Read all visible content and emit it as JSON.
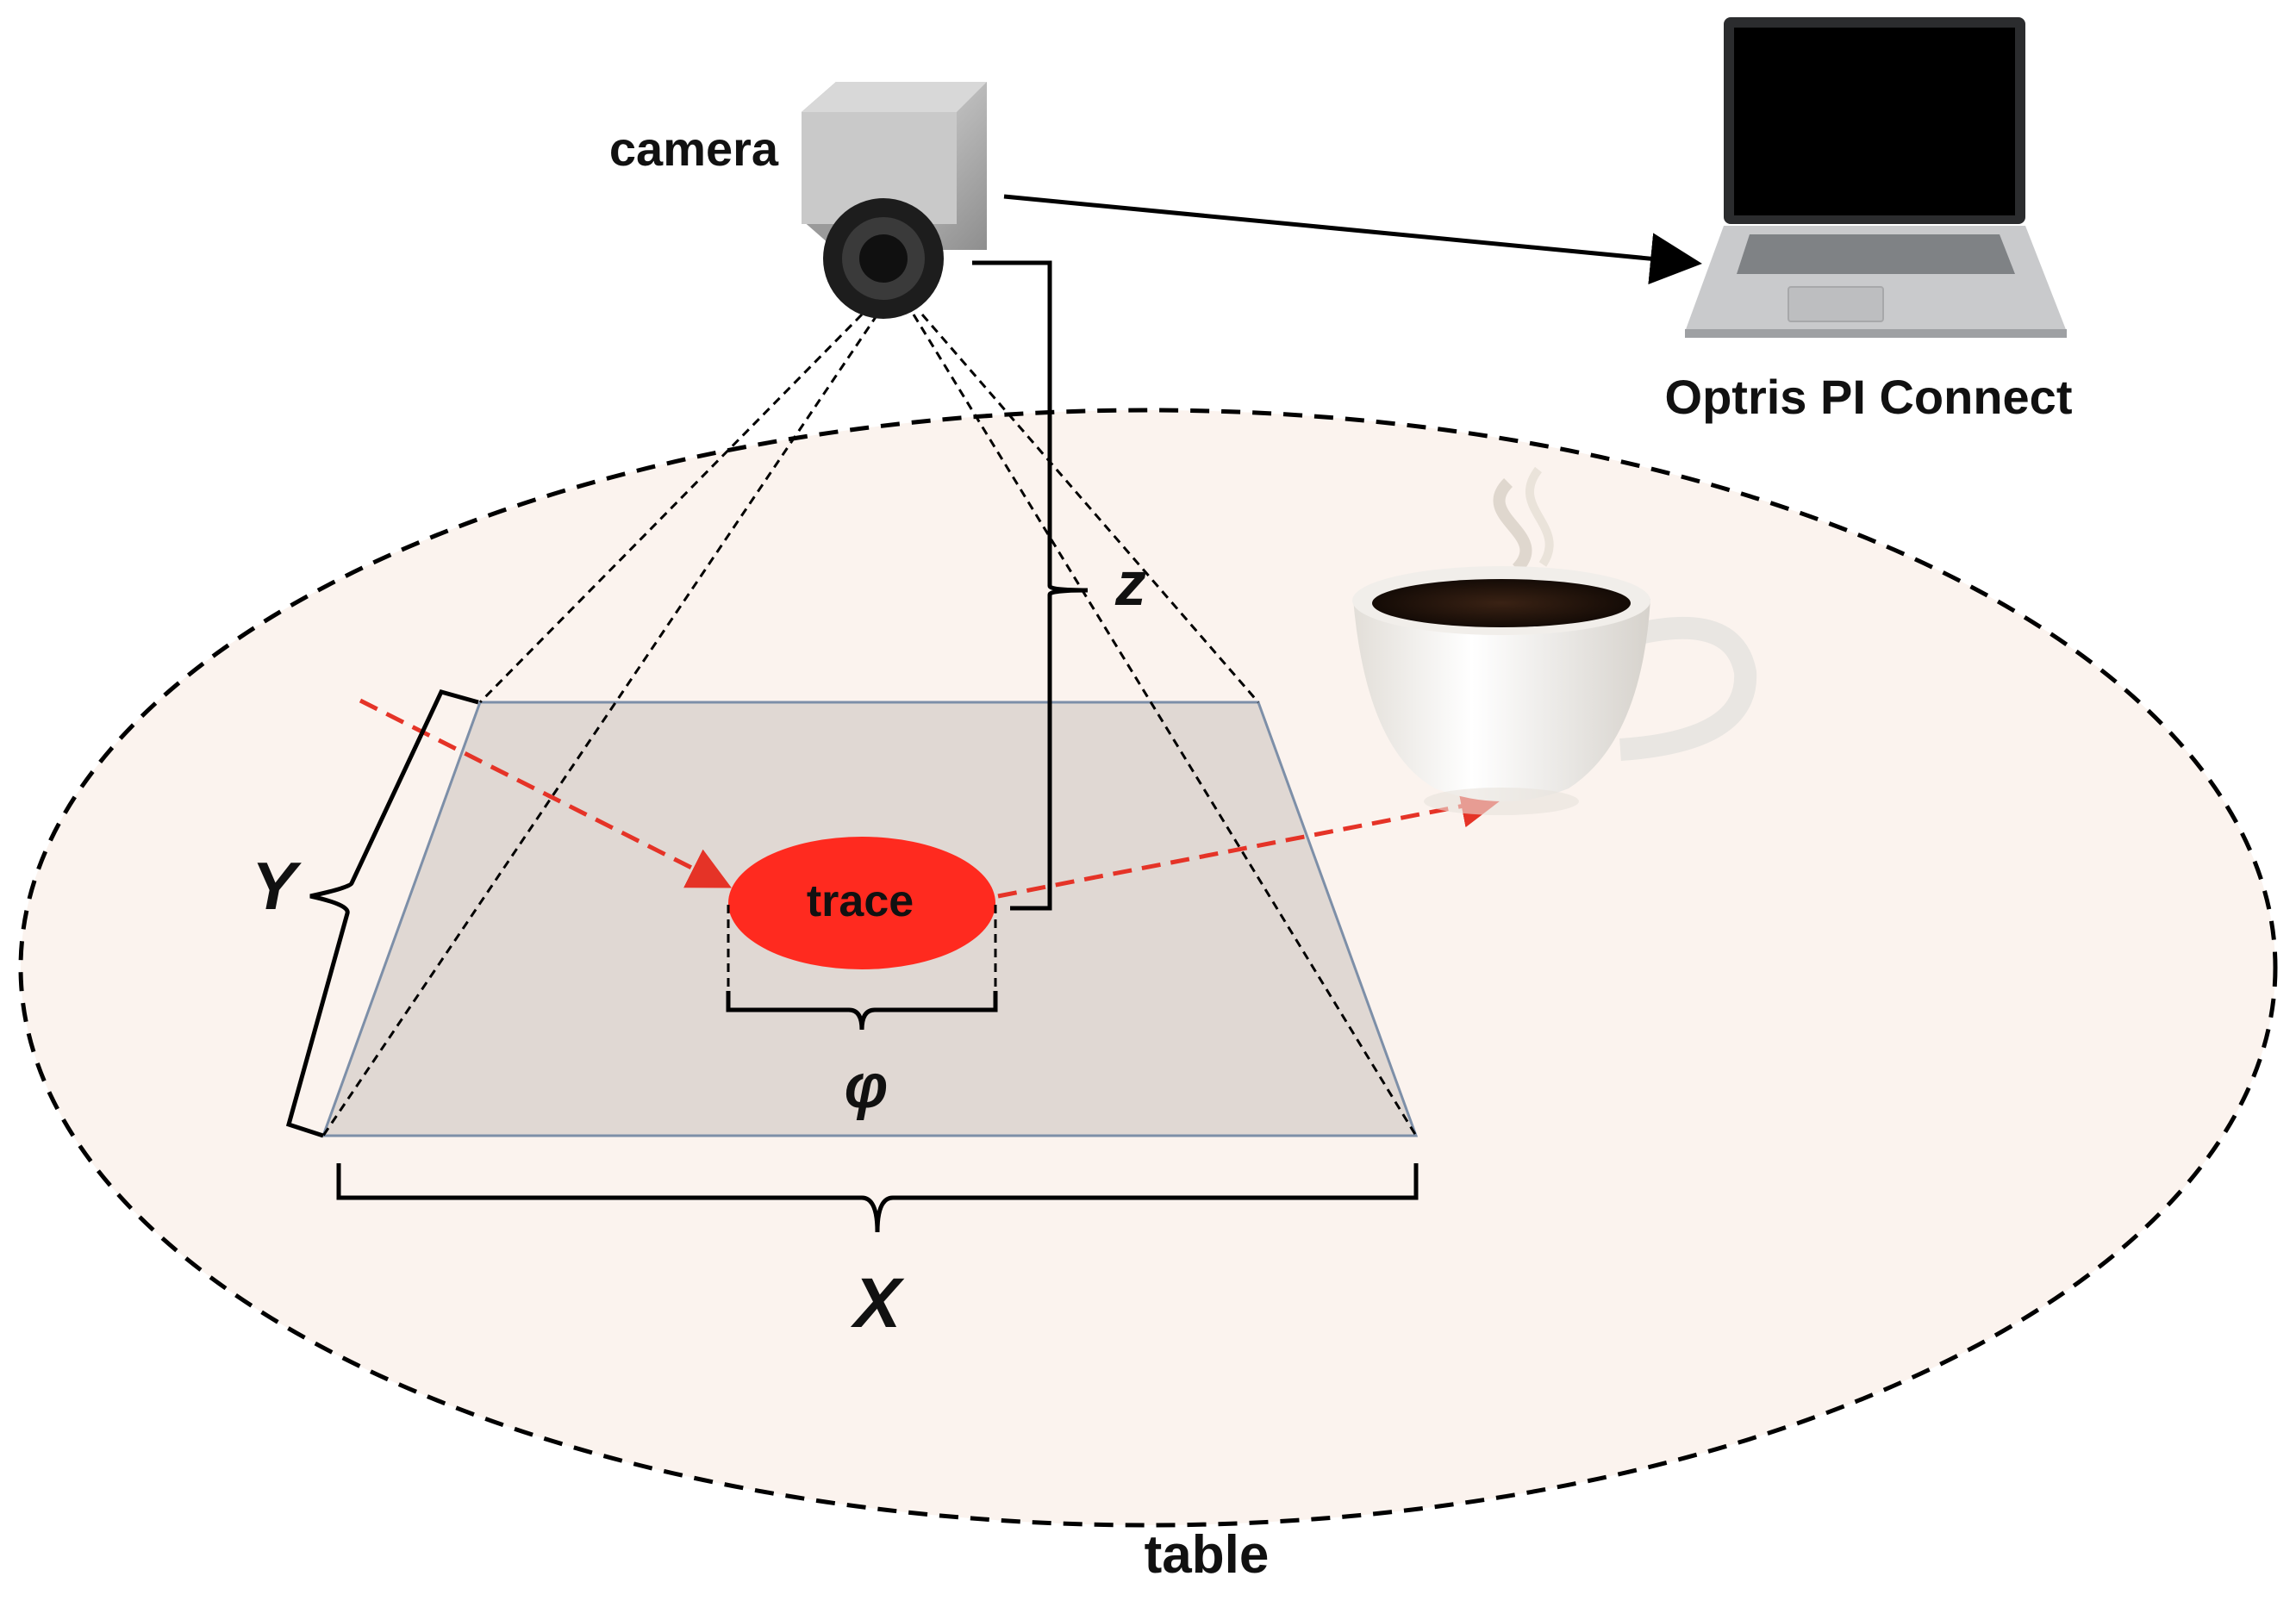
{
  "labels": {
    "camera": "camera",
    "software": "Optris PI Connect",
    "z": "z",
    "y": "Y",
    "x": "X",
    "phi": "φ",
    "trace": "trace",
    "table": "table"
  },
  "colors": {
    "table_fill": "#fbf3ee",
    "plane_fill": "#e0d8d3",
    "plane_edge": "#7d8fa8",
    "trace_fill": "#ff2a1f",
    "path_arrow": "#e53327",
    "outline": "#000000",
    "camera_body": "#b9b9b9",
    "laptop_body": "#c9cacc",
    "cup_white": "#f4f2ef",
    "coffee": "#2a1a10"
  },
  "icons": [
    "thermal-camera-icon",
    "laptop-icon",
    "coffee-cup-icon"
  ]
}
